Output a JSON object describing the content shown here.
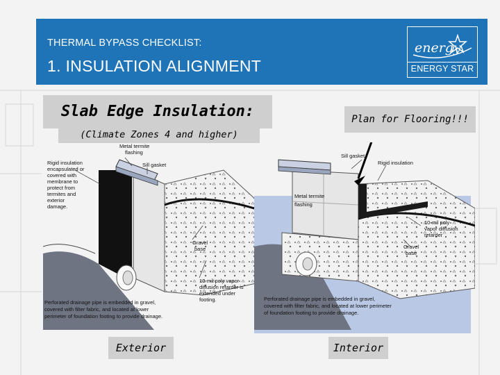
{
  "header": {
    "subtitle": "THERMAL BYPASS CHECKLIST:",
    "title": "1. INSULATION ALIGNMENT",
    "logo_script": "energy",
    "logo_text": "ENERGY STAR"
  },
  "left": {
    "heading": "Slab Edge Insulation:",
    "subheading": "(Climate Zones 4 and higher)",
    "label": "Exterior",
    "annotations": {
      "metal_termite": "Metal termite",
      "flashing": "flashing",
      "sill_gasket": "Sill gasket",
      "rigid_1": "Rigid insulation",
      "rigid_2": "encapsulated or",
      "rigid_3": "covered with",
      "rigid_4": "membrane to",
      "rigid_5": "protect from",
      "rigid_6": "termites and",
      "rigid_7": "exterior",
      "rigid_8": "damage.",
      "gravel": "Gravel",
      "base": "base",
      "poly_1": "10-mil poly vapor",
      "poly_2": "diffusion retarder is",
      "poly_3": "extended under",
      "poly_4": "footing.",
      "drain_1": "Perforated drainage pipe is embedded in gravel,",
      "drain_2": "covered with filter fabric, and located at lower",
      "drain_3": "perimeter of foundation footing to provide drainage."
    }
  },
  "right": {
    "callout": "Plan for Flooring!!!",
    "label": "Interior",
    "annotations": {
      "sill_gasket": "Sill gasket",
      "rigid": "Rigid insulation",
      "metal_termite": "Metal termite",
      "flashing": "flashing",
      "poly_1": "10-mil poly",
      "poly_2": "vapor diffusion",
      "poly_3": "retarder",
      "gravel": "Gravel",
      "base": "base",
      "drain_1": "Perforated drainage pipe is embedded in gravel,",
      "drain_2": "covered with filter fabric, and located at lower perimeter",
      "drain_3": "of foundation footing to provide drainage."
    }
  },
  "colors": {
    "banner": "#1f73b7",
    "label_box": "#cfcfcf",
    "interior_panel": "#b9c8e4",
    "insulation": "#111111",
    "earth": "#6f7482",
    "concrete": "#e8e8e8"
  }
}
